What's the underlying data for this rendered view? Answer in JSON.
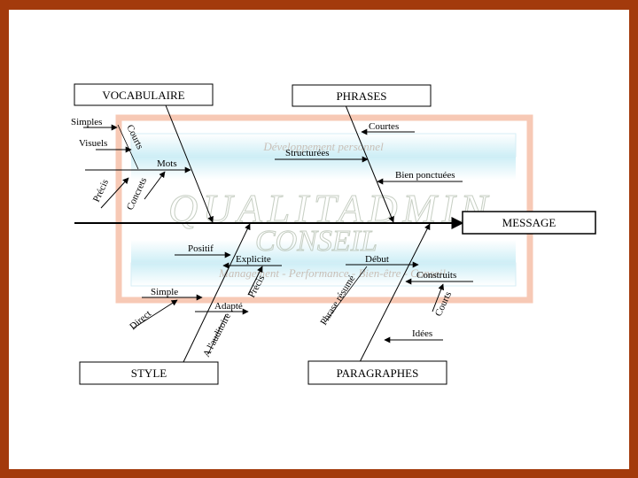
{
  "watermark": {
    "top_text": "Développement personnel",
    "logo_line1": "QUALITADMIN",
    "logo_line2": "CONSEIL",
    "bottom_text": "Management - Performance - Bien-être - Conseil"
  },
  "boxes": {
    "vocabulaire": "VOCABULAIRE",
    "phrases": "PHRASES",
    "message": "MESSAGE",
    "style": "STYLE",
    "paragraphes": "PARAGRAPHES"
  },
  "labels": {
    "simples": "Simples",
    "visuels": "Visuels",
    "courts_voc": "Courts",
    "mots": "Mots",
    "precis_voc": "Précis",
    "concrets": "Concrets",
    "courtes": "Courtes",
    "structurees": "Structurées",
    "bien_ponctuees": "Bien ponctuées",
    "positif": "Positif",
    "explicite": "Explicite",
    "precis_style": "Précis",
    "simple": "Simple",
    "adapte": "Adapté",
    "direct": "Direct",
    "a_auditoire": "A l'auditoire",
    "debut": "Début",
    "construits": "Construits",
    "phrase_resume": "Phrase résumé",
    "courts_par": "Courts",
    "idees": "Idées"
  }
}
